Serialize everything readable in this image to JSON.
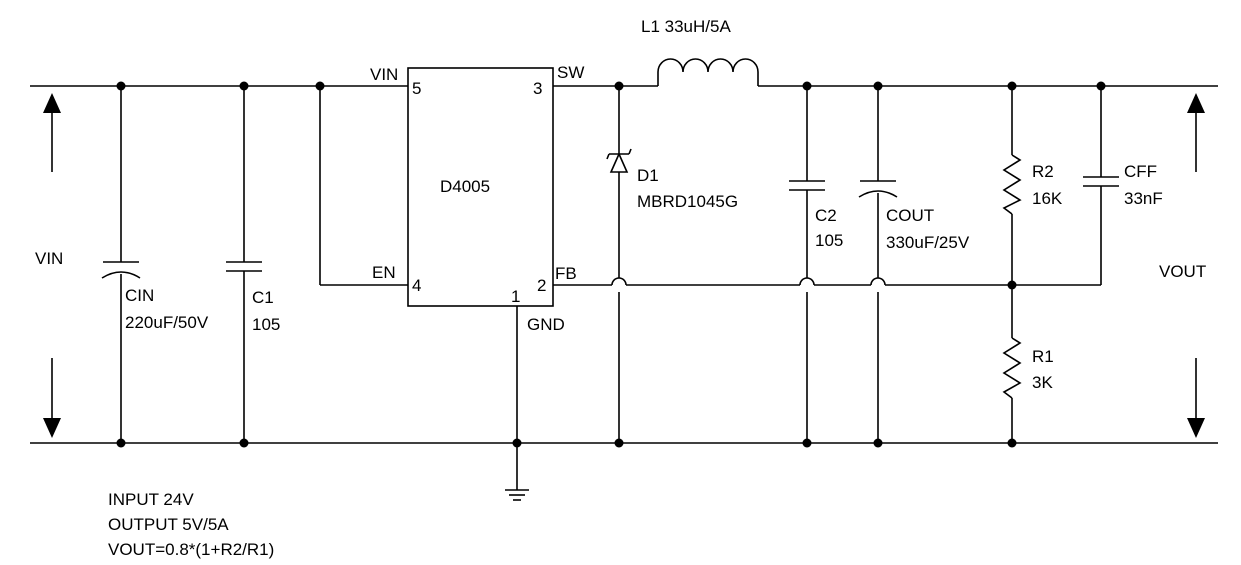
{
  "ic": {
    "name": "D4005",
    "pins": {
      "vin": {
        "label": "VIN",
        "num": "5"
      },
      "sw": {
        "label": "SW",
        "num": "3"
      },
      "en": {
        "label": "EN",
        "num": "4"
      },
      "fb": {
        "label": "FB",
        "num": "2"
      },
      "gnd": {
        "label": "GND",
        "num": "1"
      }
    }
  },
  "components": {
    "l1": {
      "label": "L1 33uH/5A"
    },
    "d1": {
      "ref": "D1",
      "value": "MBRD1045G"
    },
    "c2": {
      "ref": "C2",
      "value": "105"
    },
    "cout": {
      "ref": "COUT",
      "value": "330uF/25V"
    },
    "r2": {
      "ref": "R2",
      "value": "16K"
    },
    "cff": {
      "ref": "CFF",
      "value": "33nF"
    },
    "r1": {
      "ref": "R1",
      "value": "3K"
    },
    "cin": {
      "ref": "CIN",
      "value": "220uF/50V"
    },
    "c1": {
      "ref": "C1",
      "value": "105"
    }
  },
  "rails": {
    "vin_label": "VIN",
    "vout_label": "VOUT"
  },
  "notes": [
    "INPUT  24V",
    "OUTPUT 5V/5A",
    "VOUT=0.8*(1+R2/R1)"
  ]
}
